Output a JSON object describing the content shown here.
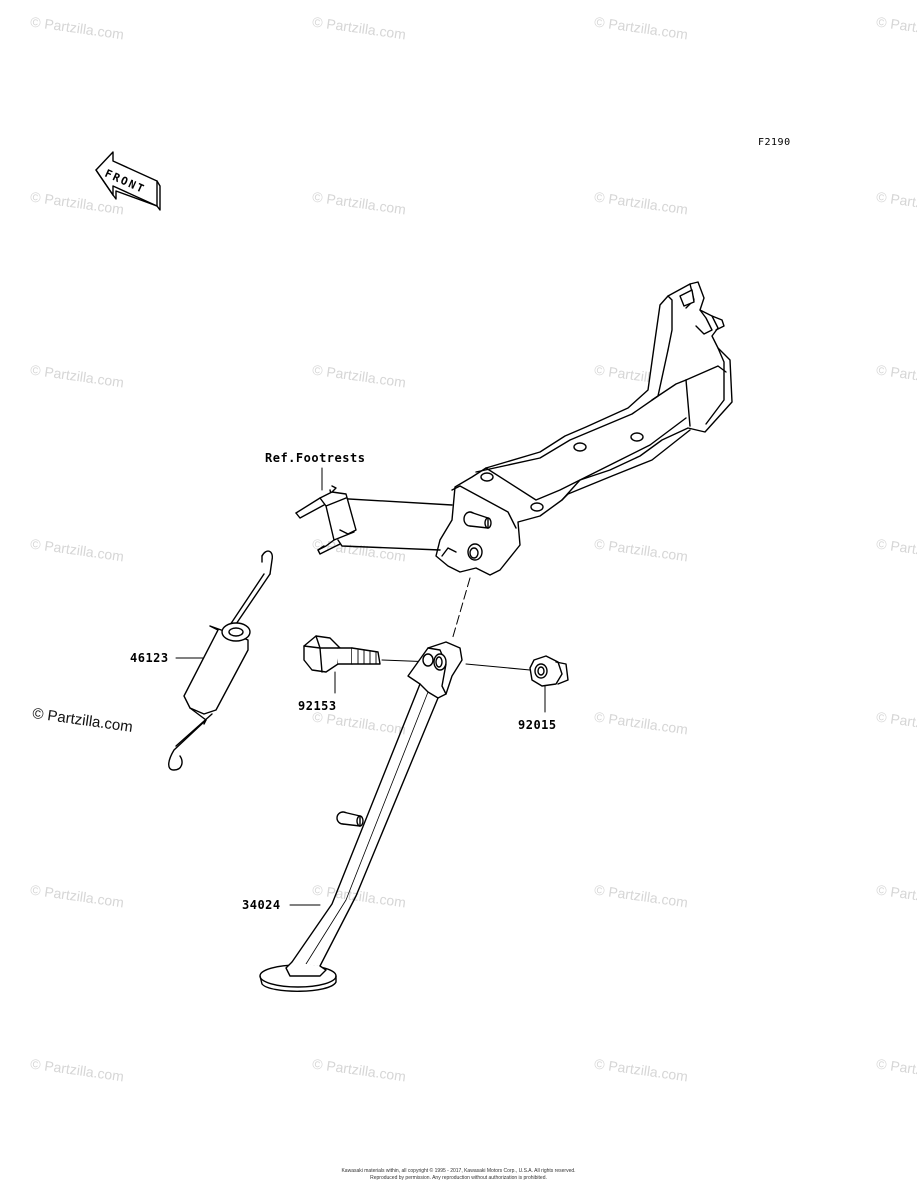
{
  "figure_code": "F2190",
  "front_arrow_label": "FRONT",
  "watermark_text": "© Partzilla.com",
  "callouts": {
    "ref_footrests": "Ref.Footrests",
    "spring": "46123",
    "bolt": "92153",
    "nut": "92015",
    "side_stand": "34024"
  },
  "footer": {
    "line1": "Kawasaki materials within, all copyright © 1995 - 2017, Kawasaki Motors Corp., U.S.A. All rights reserved.",
    "line2": "Reproduced by permission. Any reproduction without authorization is prohibited."
  }
}
